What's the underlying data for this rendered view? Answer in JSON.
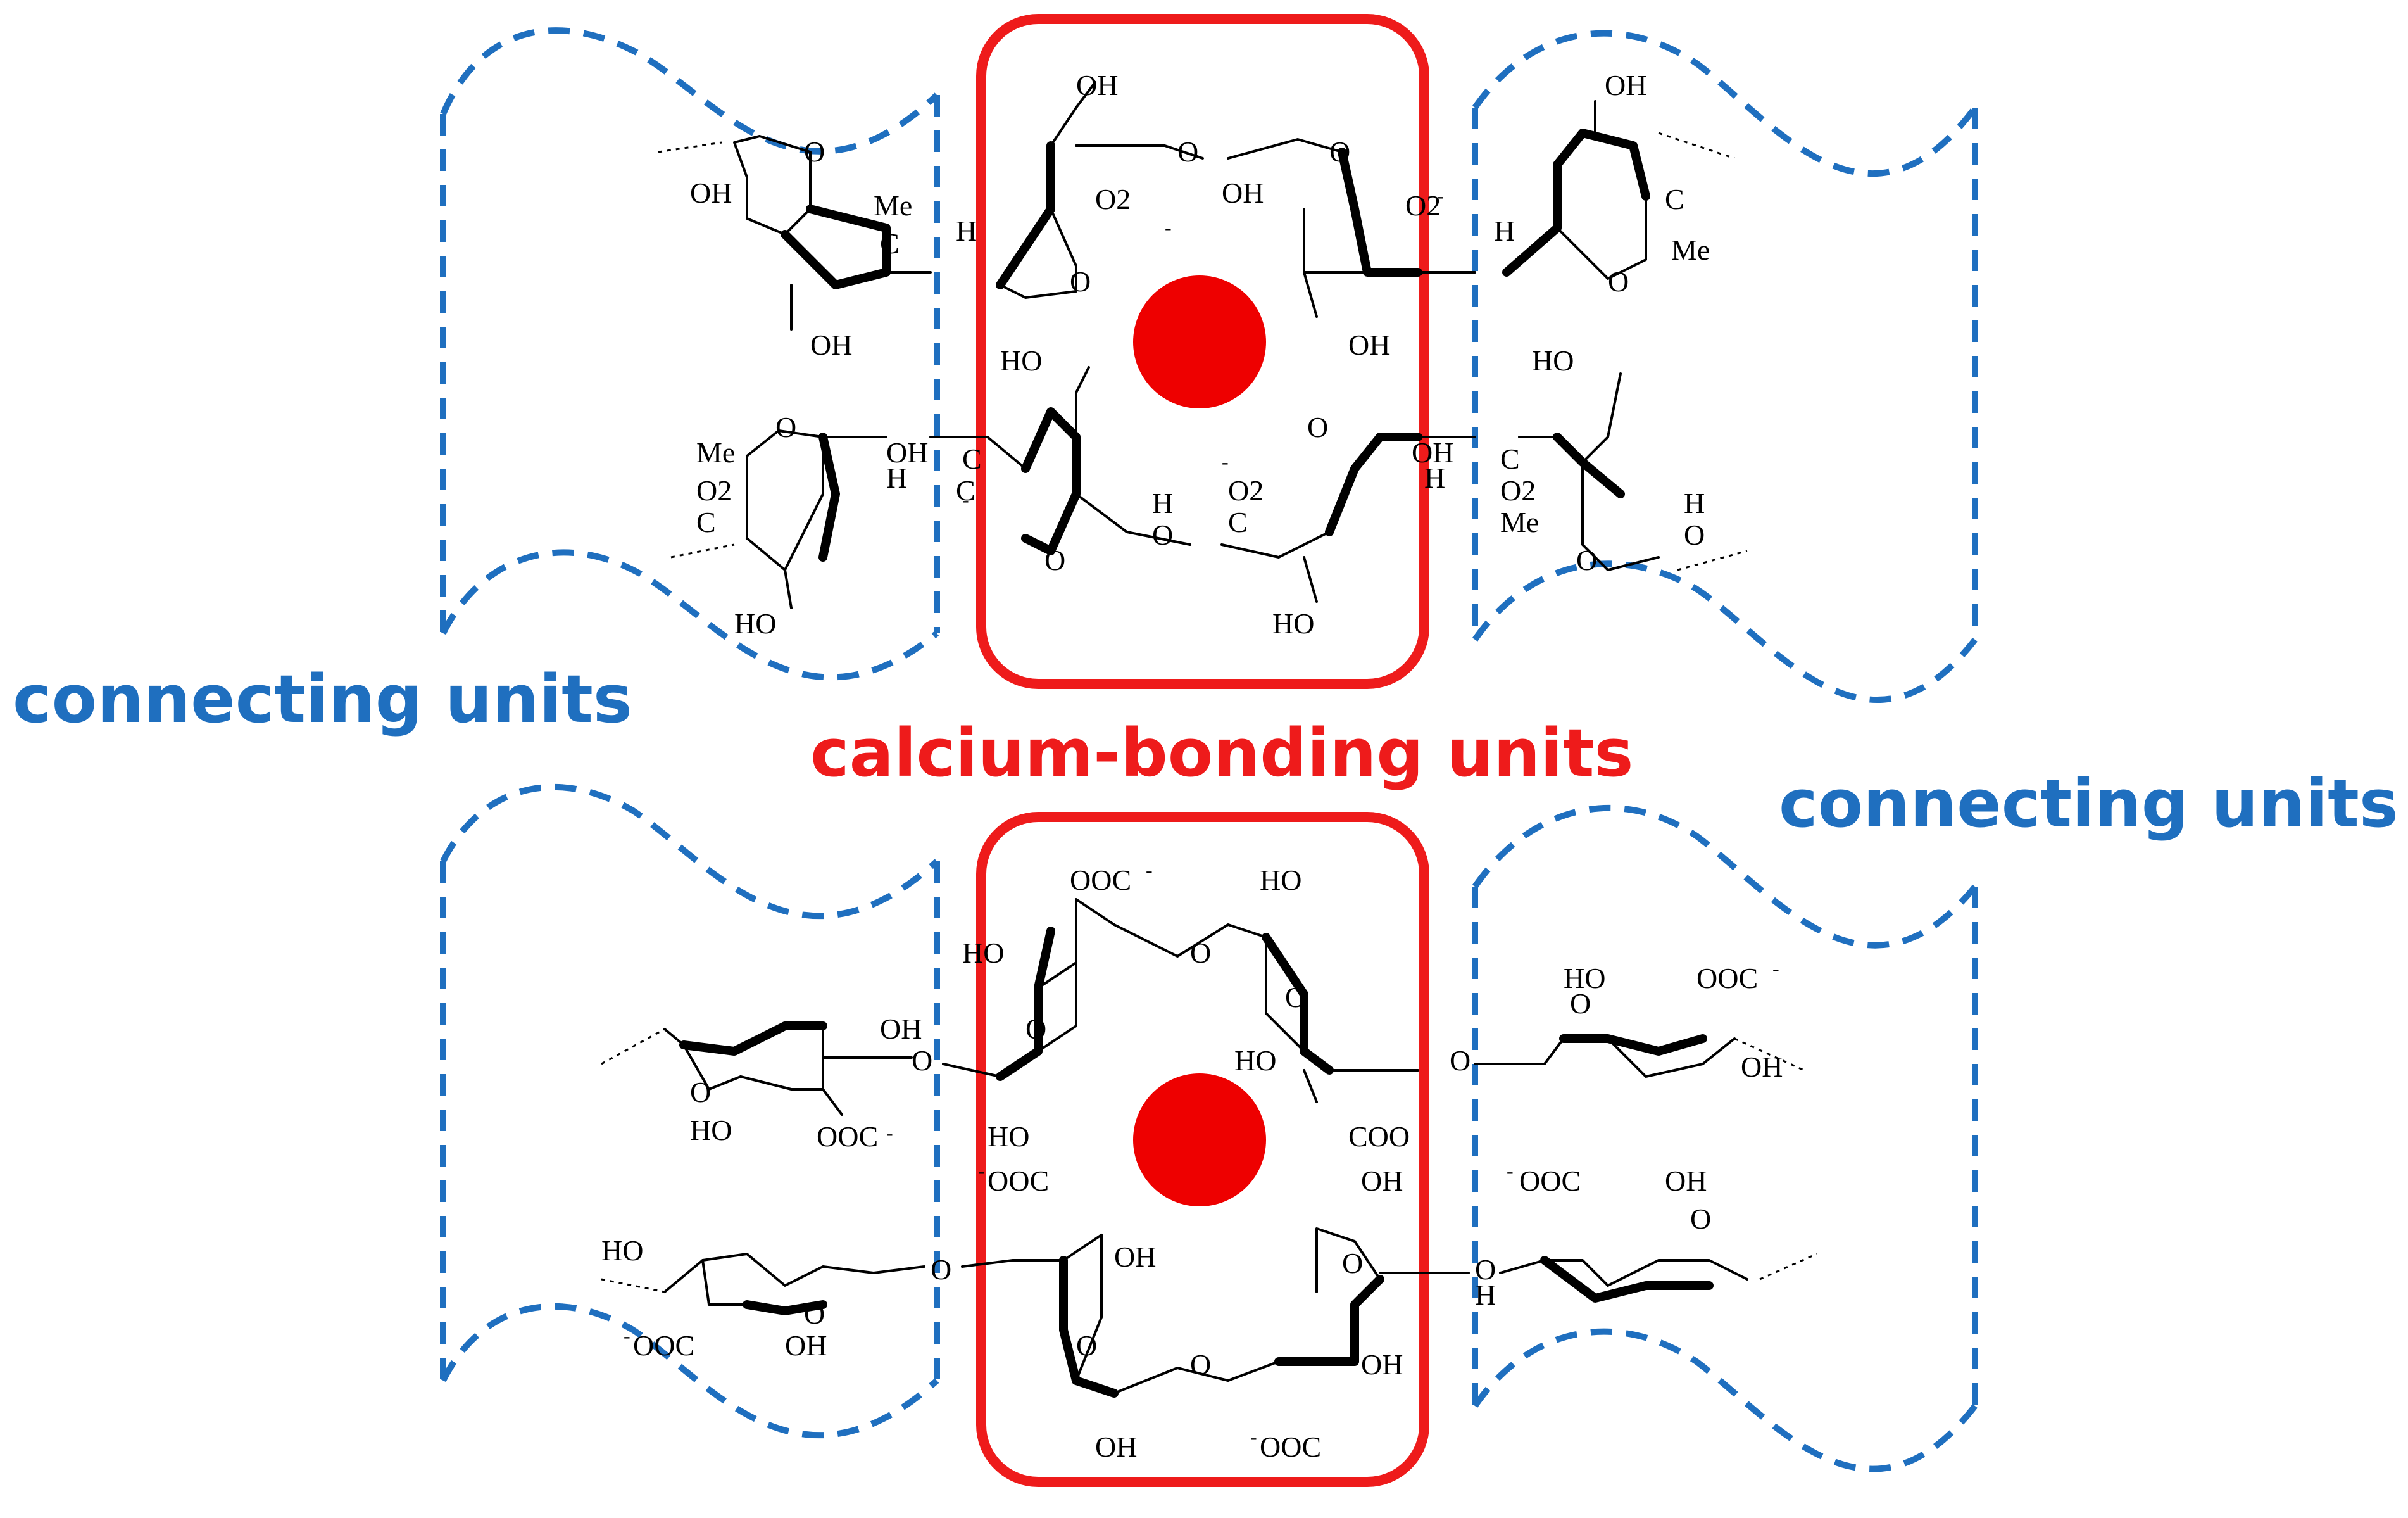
{
  "labels": {
    "connecting_left": "connecting units",
    "calcium": "calcium-bonding units",
    "connecting_right": "connecting units"
  },
  "colors": {
    "connecting": "#1f6fbf",
    "calcium": "#ee1b1b",
    "ion": "#ee0000",
    "structure": "#000000"
  },
  "top_panel": {
    "groups": {
      "oh": "OH",
      "ho": "HO",
      "o": "O",
      "o2": "O2",
      "c": "C",
      "h": "H",
      "me": "Me",
      "minus": "-"
    }
  },
  "bottom_panel": {
    "groups": {
      "oh": "OH",
      "ho": "HO",
      "o": "O",
      "ooc": "OOC",
      "coo": "COO",
      "h": "H",
      "minus": "-"
    }
  }
}
